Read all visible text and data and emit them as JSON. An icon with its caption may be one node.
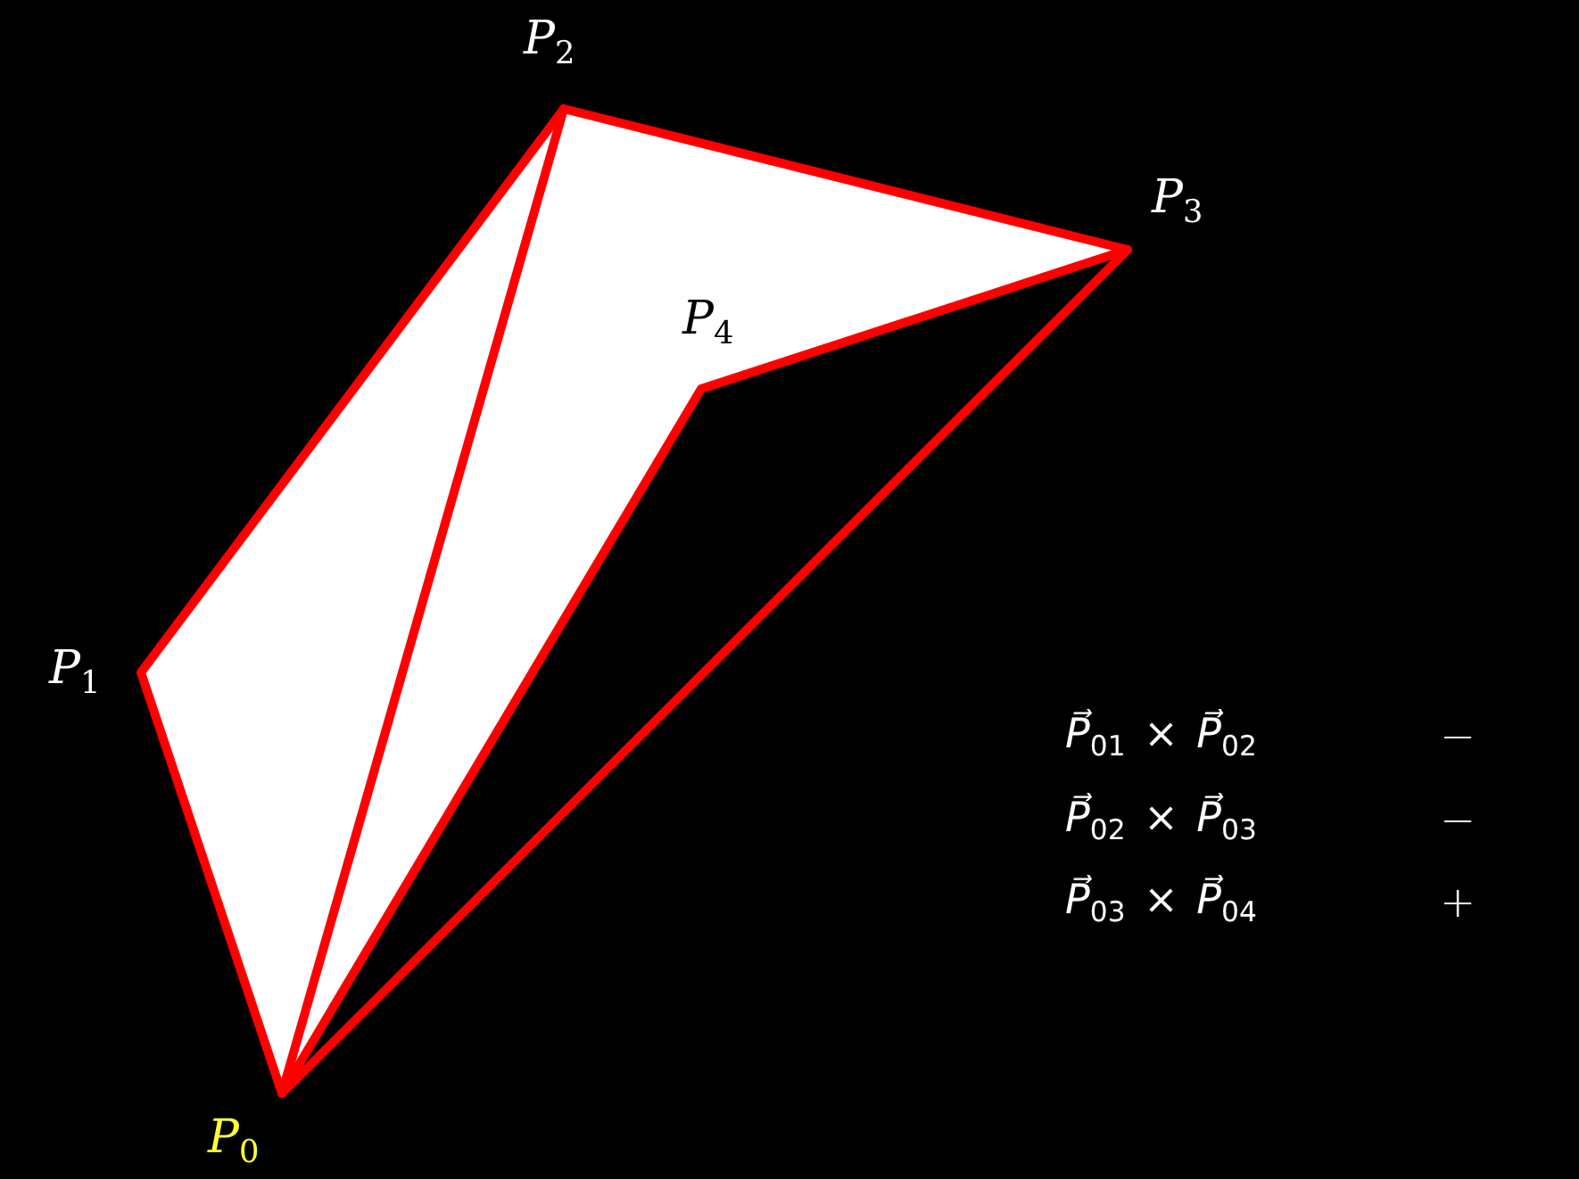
{
  "diagram": {
    "labels": [
      "*P*$_{2}$",
      "*P*$_{3}$",
      "*P*$_{4}$",
      "*P*$_{1}$",
      "*P⃗*$_{01}$ × *P⃗*$_{02}$",
      "−",
      "*P⃗*$_{02}$ × *P⃗*$_{03}$",
      "−",
      "*P⃗*$_{03}$ × *P⃗*$_{04}$",
      "+",
      "*P*$_{0}$"
    ]
  }
}
